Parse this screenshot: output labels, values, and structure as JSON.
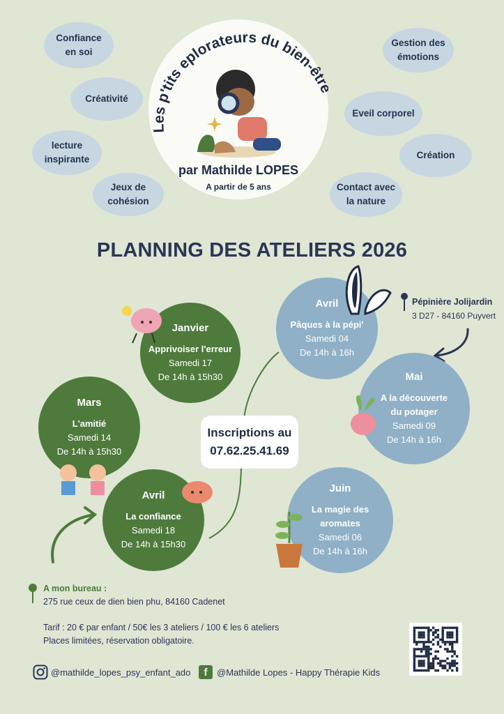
{
  "logo": {
    "arc_title": "Les p'tits eplorateurs du bien-être",
    "author": "par Mathilde LOPES",
    "age": "A partir de 5 ans"
  },
  "themes": [
    "Confiance en soi",
    "Créativité",
    "lecture inspirante",
    "Jeux de cohésion",
    "Gestion des émotions",
    "Eveil corporel",
    "Création",
    "Contact avec la nature"
  ],
  "title": "PLANNING DES ATELIERS 2026",
  "workshops": [
    {
      "month": "Janvier",
      "theme": "Apprivoiser l'erreur",
      "date": "Samedi 17",
      "time": "De 14h à 15h30"
    },
    {
      "month": "Mars",
      "theme": "L'amitié",
      "date": "Samedi 14",
      "time": "De 14h à 15h30"
    },
    {
      "month": "Avril",
      "theme": "La confiance",
      "date": "Samedi 18",
      "time": "De 14h à 15h30"
    },
    {
      "month": "Avril",
      "theme": "Pâques à la pépi'",
      "date": "Samedi 04",
      "time": "De 14h à 16h"
    },
    {
      "month": "Mai",
      "theme1": "A la découverte",
      "theme2": "du potager",
      "date": "Samedi 09",
      "time": "De 14h à 16h"
    },
    {
      "month": "Juin",
      "theme1": "La magie des",
      "theme2": "aromates",
      "date": "Samedi 06",
      "time": "De 14h à 16h"
    }
  ],
  "registration": {
    "line1": "Inscriptions au",
    "phone": "07.62.25.41.69"
  },
  "nursery": {
    "name": "Pépinière Jolijardin",
    "address": "3 D27 - 84160 Puyvert"
  },
  "office": {
    "label": "A mon bureau :",
    "address": "275 rue ceux de dien bien phu, 84160 Cadenet"
  },
  "pricing": {
    "line1": "Tarif : 20 € par enfant / 50€ les 3 ateliers / 100 € les 6 ateliers",
    "line2": "Places limitées, réservation obligatoire."
  },
  "social": {
    "instagram": "@mathilde_lopes_psy_enfant_ado",
    "facebook": "@Mathilde Lopes - Happy Thérapie Kids"
  },
  "colors": {
    "background": "#dfe6d4",
    "green": "#4e7a3c",
    "blue": "#8fb0c6",
    "bubble": "#c7d6e1",
    "navy": "#2b3654"
  }
}
